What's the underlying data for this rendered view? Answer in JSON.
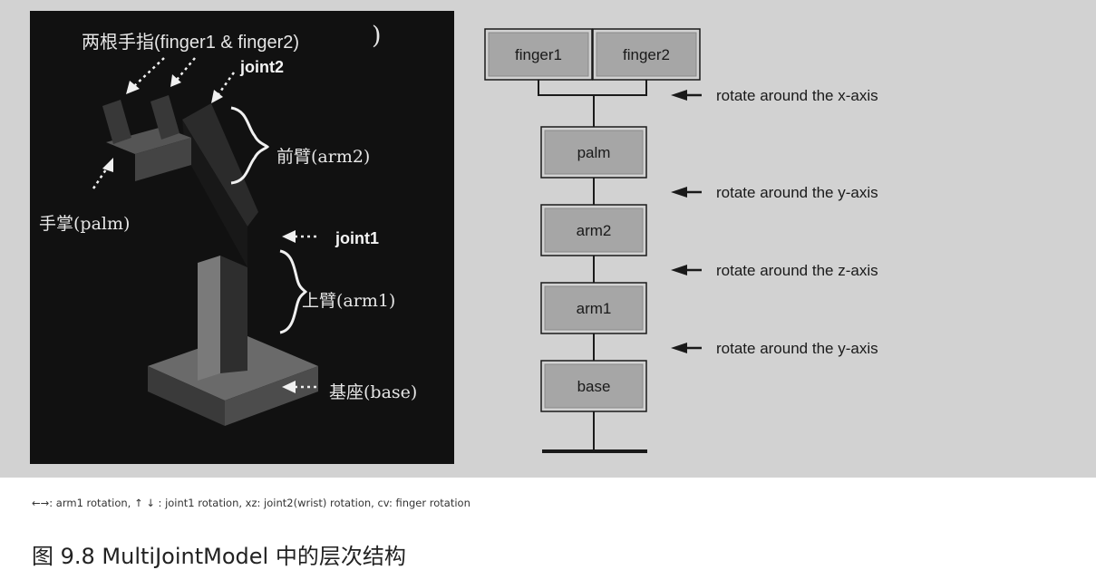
{
  "render": {
    "labels": {
      "fingers": "两根手指(finger1 & finger2)",
      "fingers_paren": ")",
      "joint2": "joint2",
      "forearm": "前臂(arm2)",
      "palm": "手掌(palm)",
      "joint1": "joint1",
      "upper_arm": "上臂(arm1)",
      "base": "基座(base)"
    }
  },
  "hierarchy": {
    "nodes": [
      "finger1",
      "finger2",
      "palm",
      "arm2",
      "arm1",
      "base"
    ],
    "joint_labels": [
      "rotate around the x-axis",
      "rotate around the y-axis",
      "rotate around the z-axis",
      "rotate around the y-axis"
    ]
  },
  "controls_note": "←→: arm1 rotation, ↑ ↓ : joint1 rotation, xz: joint2(wrist) rotation, cv: finger rotation",
  "caption": "图 9.8  MultiJointModel 中的层次结构",
  "colors": {
    "background_band": "#d2d2d2",
    "render_background": "#111111",
    "node_fill": "#a6a6a6",
    "line": "#1a1a1a"
  }
}
